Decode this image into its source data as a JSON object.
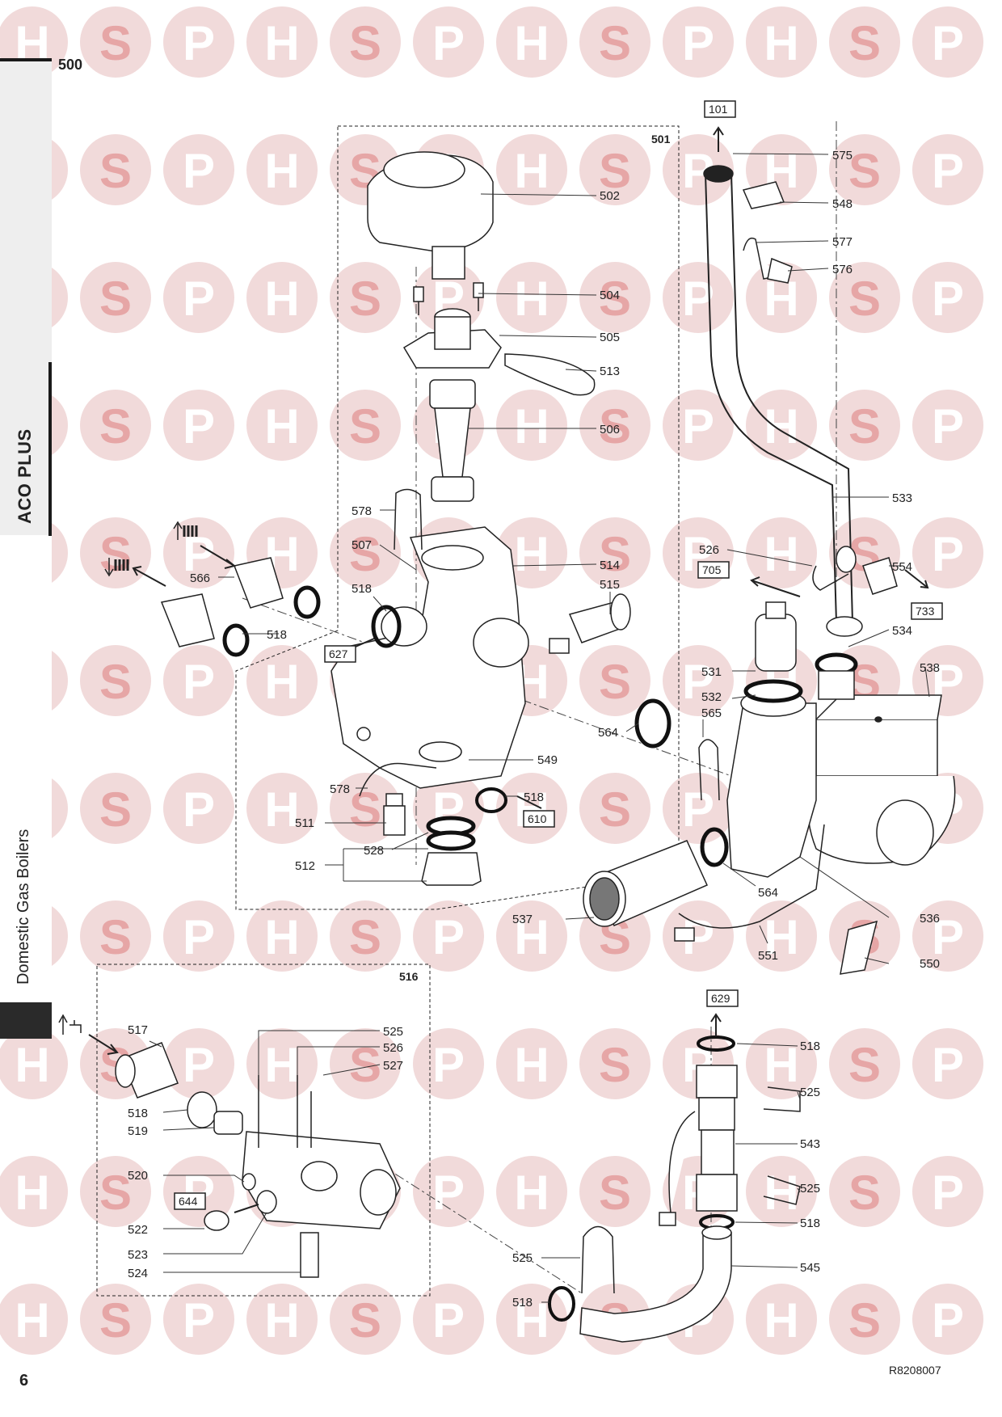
{
  "watermark": {
    "letters": [
      "H",
      "S",
      "P"
    ],
    "colors": {
      "circle": "#f1dada",
      "letter_light": "#ffffff",
      "letter_mid": "#e6a6a6"
    }
  },
  "header": {
    "section_number": "500"
  },
  "sidebar": {
    "product_name": "ACO PLUS",
    "category": "Domestic Gas Boilers"
  },
  "footer": {
    "page_number": "6",
    "drawing_reference": "R8208007"
  },
  "groups": [
    {
      "id": "501",
      "label": "501"
    },
    {
      "id": "516",
      "label": "516"
    }
  ],
  "boxed_refs": [
    "101",
    "705",
    "733",
    "627",
    "610",
    "644",
    "629"
  ],
  "callouts": [
    "502",
    "504",
    "505",
    "513",
    "506",
    "578",
    "507",
    "514",
    "515",
    "518",
    "566",
    "518",
    "549",
    "578",
    "518",
    "511",
    "528",
    "512",
    "564",
    "575",
    "548",
    "577",
    "576",
    "533",
    "526",
    "554",
    "534",
    "538",
    "531",
    "532",
    "565",
    "564",
    "536",
    "537",
    "551",
    "550",
    "517",
    "525",
    "526",
    "527",
    "518",
    "519",
    "520",
    "522",
    "523",
    "524",
    "518",
    "525",
    "543",
    "525",
    "518",
    "525",
    "545",
    "518"
  ]
}
